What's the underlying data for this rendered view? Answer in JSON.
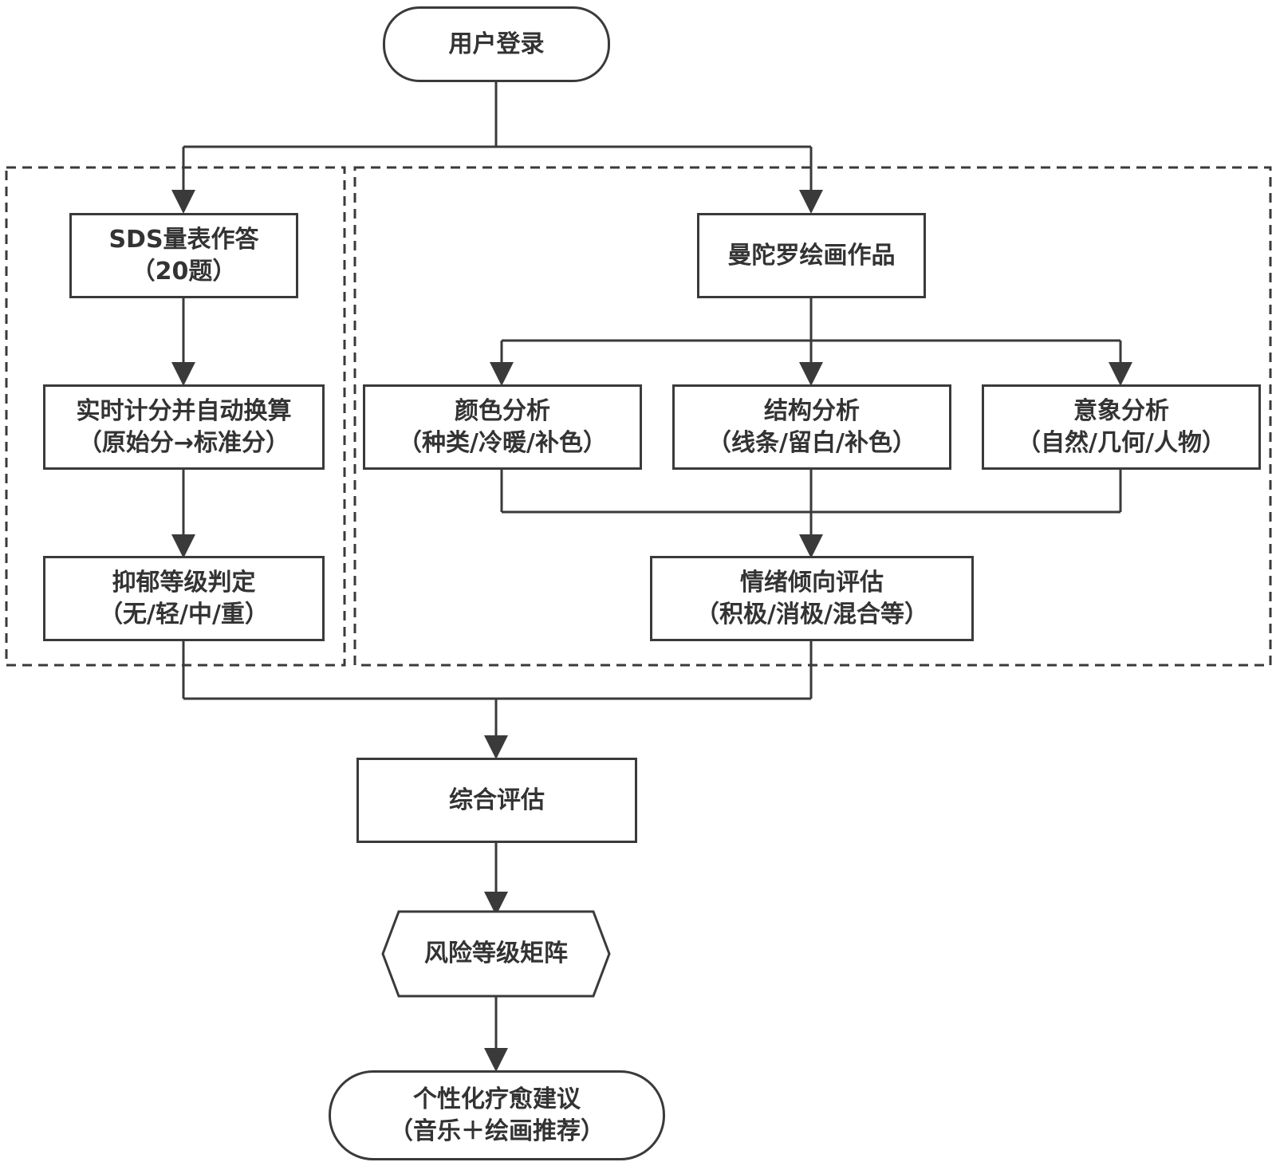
{
  "colors": {
    "stroke": "#3a3a3a",
    "text": "#333333",
    "background": "#ffffff"
  },
  "nodes": {
    "login": {
      "line1": "用户登录"
    },
    "sds": {
      "line1": "SDS量表作答",
      "line2": "（20题）"
    },
    "scoring": {
      "line1": "实时计分并自动换算",
      "line2": "（原始分→标准分）"
    },
    "depression": {
      "line1": "抑郁等级判定",
      "line2": "（无/轻/中/重）"
    },
    "mandala": {
      "line1": "曼陀罗绘画作品"
    },
    "color": {
      "line1": "颜色分析",
      "line2": "（种类/冷暖/补色）"
    },
    "structure": {
      "line1": "结构分析",
      "line2": "（线条/留白/补色）"
    },
    "imagery": {
      "line1": "意象分析",
      "line2": "（自然/几何/人物）"
    },
    "emotion": {
      "line1": "情绪倾向评估",
      "line2": "（积极/消极/混合等）"
    },
    "overall": {
      "line1": "综合评估"
    },
    "risk": {
      "line1": "风险等级矩阵"
    },
    "advice": {
      "line1": "个性化疗愈建议",
      "line2": "（音乐＋绘画推荐）"
    }
  }
}
